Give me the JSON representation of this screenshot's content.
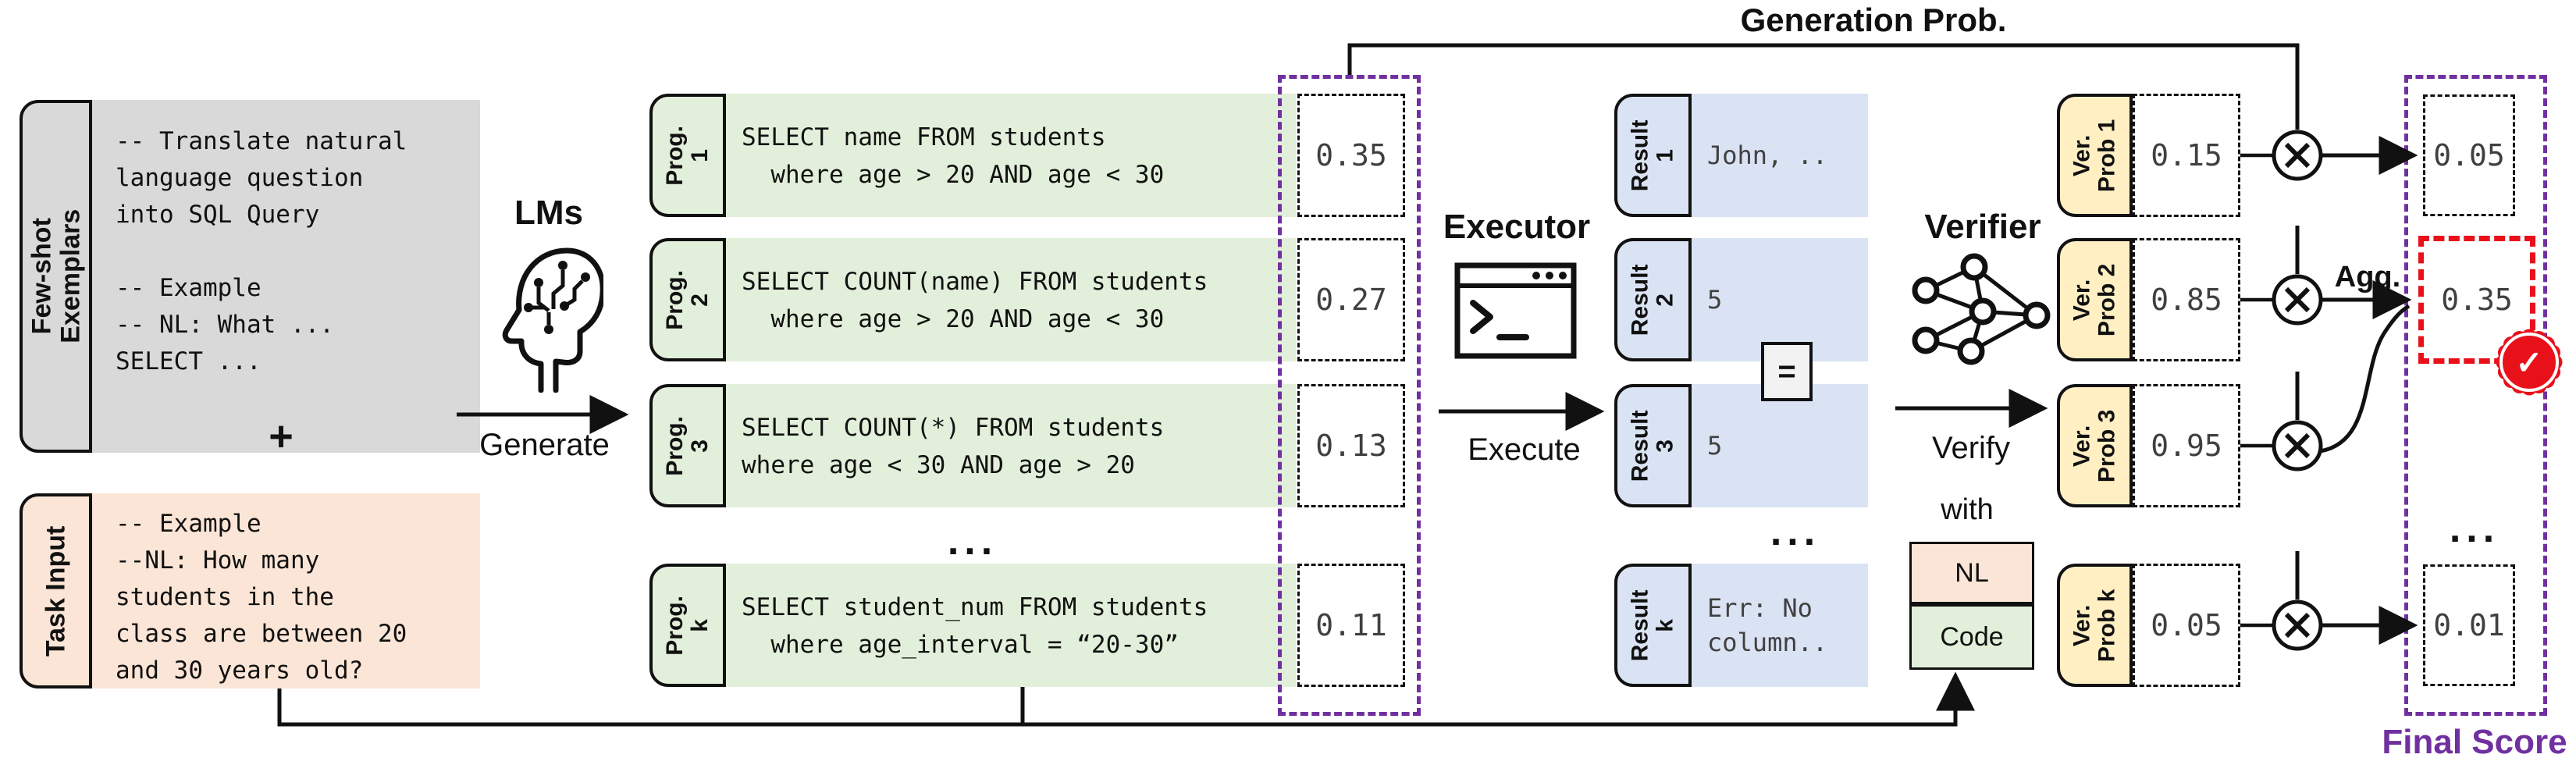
{
  "colors": {
    "accent_purple": "#7030a0",
    "highlight_red": "#e8111a",
    "exemplar_gray": "#d9d9d9",
    "task_peach": "#fbe5d6",
    "program_green": "#e2efda",
    "result_blue": "#dae3f3",
    "verifier_yellow": "#ffefc3",
    "value_gray": "#404040"
  },
  "few_shot": {
    "tab_line1": "Few-shot",
    "tab_line2": "Exemplars",
    "text": "-- Translate natural\nlanguage question\ninto SQL Query\n\n-- Example\n-- NL: What ...\nSELECT ..."
  },
  "plus_sign": "+",
  "task_input": {
    "tab": "Task Input",
    "text": "-- Example\n--NL: How many\nstudents in the\nclass are between 20\nand 30 years old?"
  },
  "lms": {
    "label": "LMs",
    "action": "Generate"
  },
  "executor": {
    "label": "Executor",
    "action": "Execute"
  },
  "verifier": {
    "label": "Verifier",
    "action": "Verify",
    "with_label": "with",
    "nl": "NL",
    "code": "Code"
  },
  "generation_prob": {
    "label": "Generation Prob.",
    "values": [
      "0.35",
      "0.27",
      "0.13",
      "0.11"
    ]
  },
  "programs": [
    {
      "tab": "Prog.",
      "num": "1",
      "code": "SELECT name FROM students\n  where age > 20 AND age < 30"
    },
    {
      "tab": "Prog.",
      "num": "2",
      "code": "SELECT COUNT(name) FROM students\n  where age > 20 AND age < 30"
    },
    {
      "tab": "Prog.",
      "num": "3",
      "code": "SELECT COUNT(*) FROM students\nwhere age < 30 AND age > 20"
    },
    {
      "tab": "Prog.",
      "num": "k",
      "code": "SELECT student_num FROM students\n  where age_interval = “20-30”"
    }
  ],
  "results": [
    {
      "tab": "Result",
      "num": "1",
      "value": "John, .."
    },
    {
      "tab": "Result",
      "num": "2",
      "value": "5"
    },
    {
      "tab": "Result",
      "num": "3",
      "value": "5"
    },
    {
      "tab": "Result",
      "num": "k",
      "value": "Err: No\ncolumn.."
    }
  ],
  "equals_sign": "=",
  "verify_probs": [
    {
      "tab_line1": "Ver.",
      "tab_line2": "Prob 1",
      "value": "0.15"
    },
    {
      "tab_line1": "Ver.",
      "tab_line2": "Prob 2",
      "value": "0.85"
    },
    {
      "tab_line1": "Ver.",
      "tab_line2": "Prob 3",
      "value": "0.95"
    },
    {
      "tab_line1": "Ver.",
      "tab_line2": "Prob k",
      "value": "0.05"
    }
  ],
  "agg_label": "Agg.",
  "final_scores": {
    "label": "Final Score",
    "values": [
      "0.05",
      "0.35",
      "0.01"
    ]
  },
  "ellipsis": "..."
}
